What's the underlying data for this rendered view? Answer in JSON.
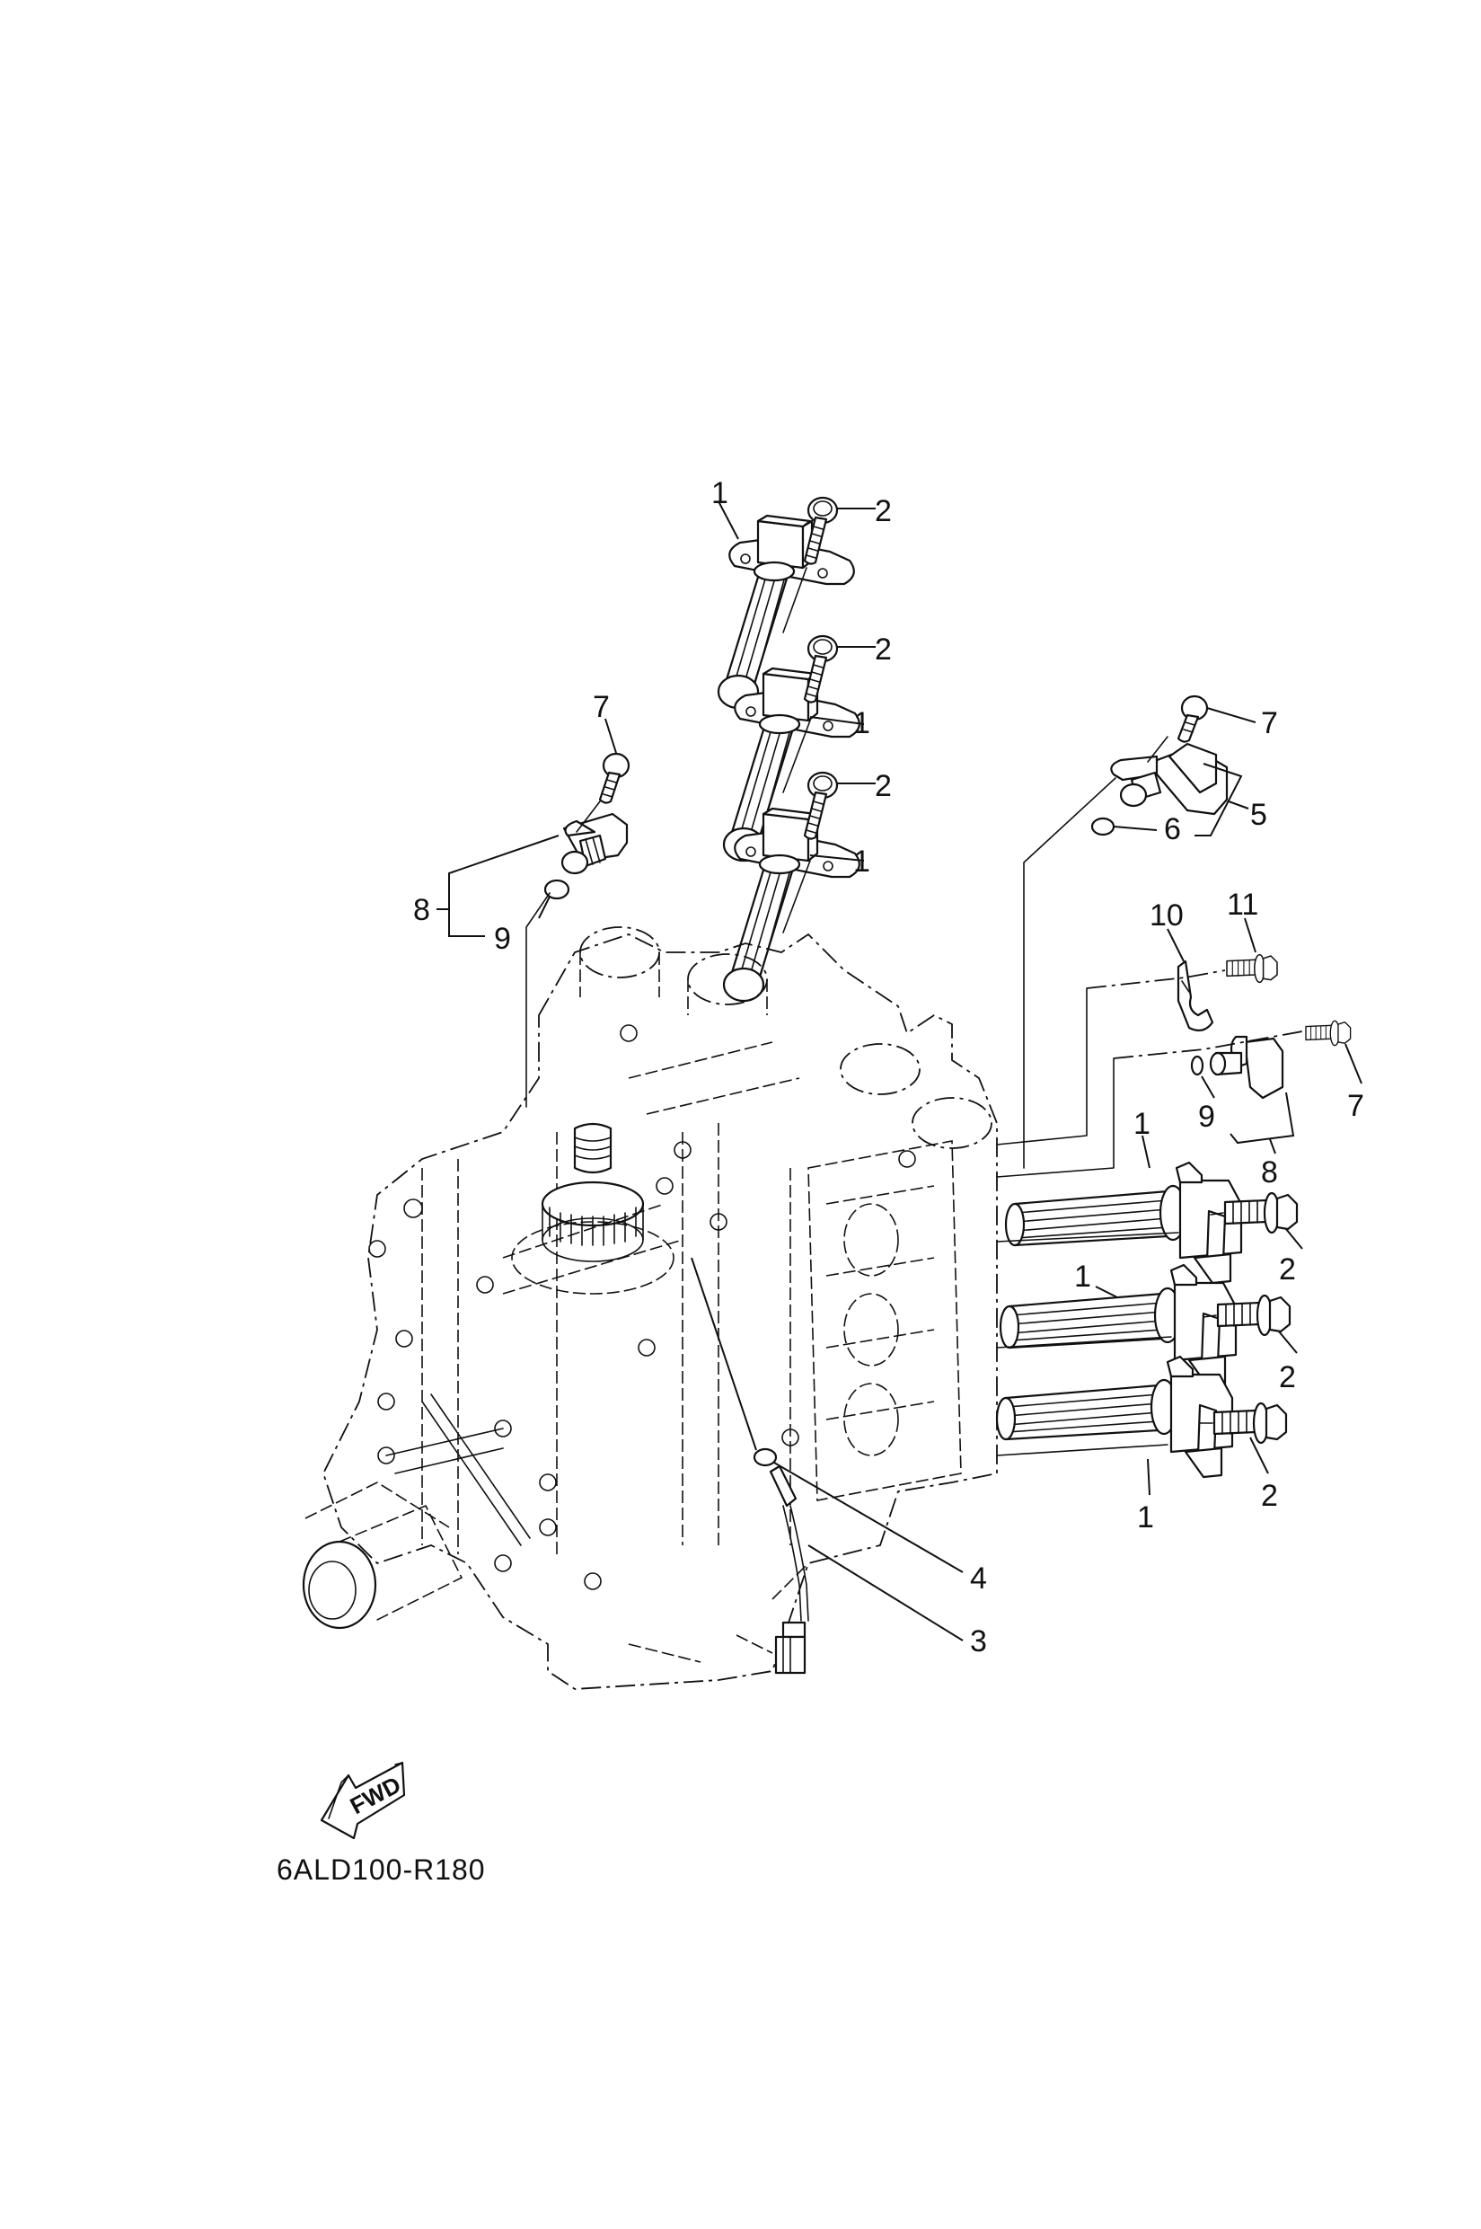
{
  "diagram": {
    "title": "Ignition coil / sensor exploded parts diagram",
    "drawing_code": "6ALD100-R180",
    "direction_arrow_label": "FWD",
    "line_color": "#111111",
    "background_color": "#ffffff"
  },
  "callouts": {
    "c1a": "1",
    "c2a": "2",
    "c1b": "1",
    "c2b": "2",
    "c1c": "1",
    "c2c": "2",
    "c7l": "7",
    "c8l": "8",
    "c9l": "9",
    "c7r": "7",
    "c5": "5",
    "c6": "6",
    "c10": "10",
    "c11": "11",
    "c7m": "7",
    "c9m": "9",
    "c8m": "8",
    "c1d": "1",
    "c2d": "2",
    "c1e": "1",
    "c2e": "2",
    "c1f": "1",
    "c2f": "2",
    "c4": "4",
    "c3": "3"
  },
  "parts": [
    {
      "ref": "1",
      "name": "Ignition coil",
      "count_shown": 6
    },
    {
      "ref": "2",
      "name": "Bolt",
      "count_shown": 6
    },
    {
      "ref": "3",
      "name": "Temperature sensor with lead",
      "count_shown": 1
    },
    {
      "ref": "4",
      "name": "Gasket",
      "count_shown": 1
    },
    {
      "ref": "5",
      "name": "Sensor assembly",
      "count_shown": 1
    },
    {
      "ref": "6",
      "name": "O-ring",
      "count_shown": 1
    },
    {
      "ref": "7",
      "name": "Bolt",
      "count_shown": 3
    },
    {
      "ref": "8",
      "name": "Sensor assembly",
      "count_shown": 2
    },
    {
      "ref": "9",
      "name": "O-ring",
      "count_shown": 2
    },
    {
      "ref": "10",
      "name": "Clamp",
      "count_shown": 1
    },
    {
      "ref": "11",
      "name": "Bolt",
      "count_shown": 1
    }
  ]
}
